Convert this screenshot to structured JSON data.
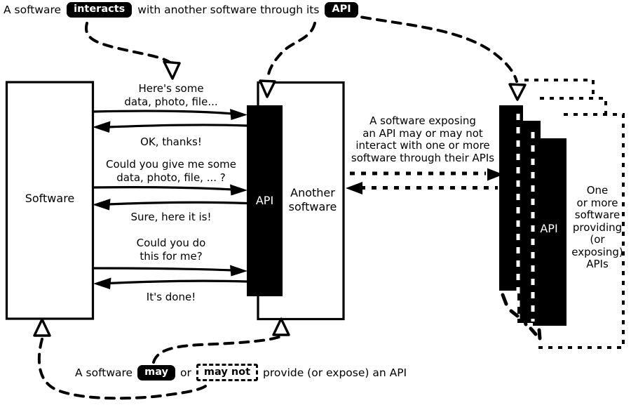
{
  "colors": {
    "ink": "#000000",
    "paper": "#ffffff"
  },
  "top_caption": {
    "part1": "A software",
    "chip_interacts": "interacts",
    "part2": "with another software through its",
    "chip_api": "API"
  },
  "left_box": {
    "label": "Software"
  },
  "middle_box": {
    "api_label": "API",
    "label_lines": [
      "Another",
      "software"
    ]
  },
  "messages": [
    {
      "lines": [
        "Here's some",
        "data, photo, file..."
      ]
    },
    {
      "lines": [
        "OK, thanks!"
      ]
    },
    {
      "lines": [
        "Could you give me some",
        "data, photo, file, ... ?"
      ]
    },
    {
      "lines": [
        "Sure, here it is!"
      ]
    },
    {
      "lines": [
        "Could you do",
        "this for me?"
      ]
    },
    {
      "lines": [
        "It's done!"
      ]
    }
  ],
  "exposing_note": {
    "lines": [
      "A software exposing",
      "an API may or may not",
      "interact with one or more",
      "software through their APIs"
    ]
  },
  "right_group": {
    "api_label": "API",
    "caption_lines": [
      "One",
      "or more",
      "software",
      "providing",
      "(or",
      "exposing)",
      "APIs"
    ]
  },
  "bottom_caption": {
    "part1": "A software",
    "chip_may": "may",
    "part2": "or",
    "chip_may_not": "may not",
    "part3": "provide (or expose) an API"
  }
}
